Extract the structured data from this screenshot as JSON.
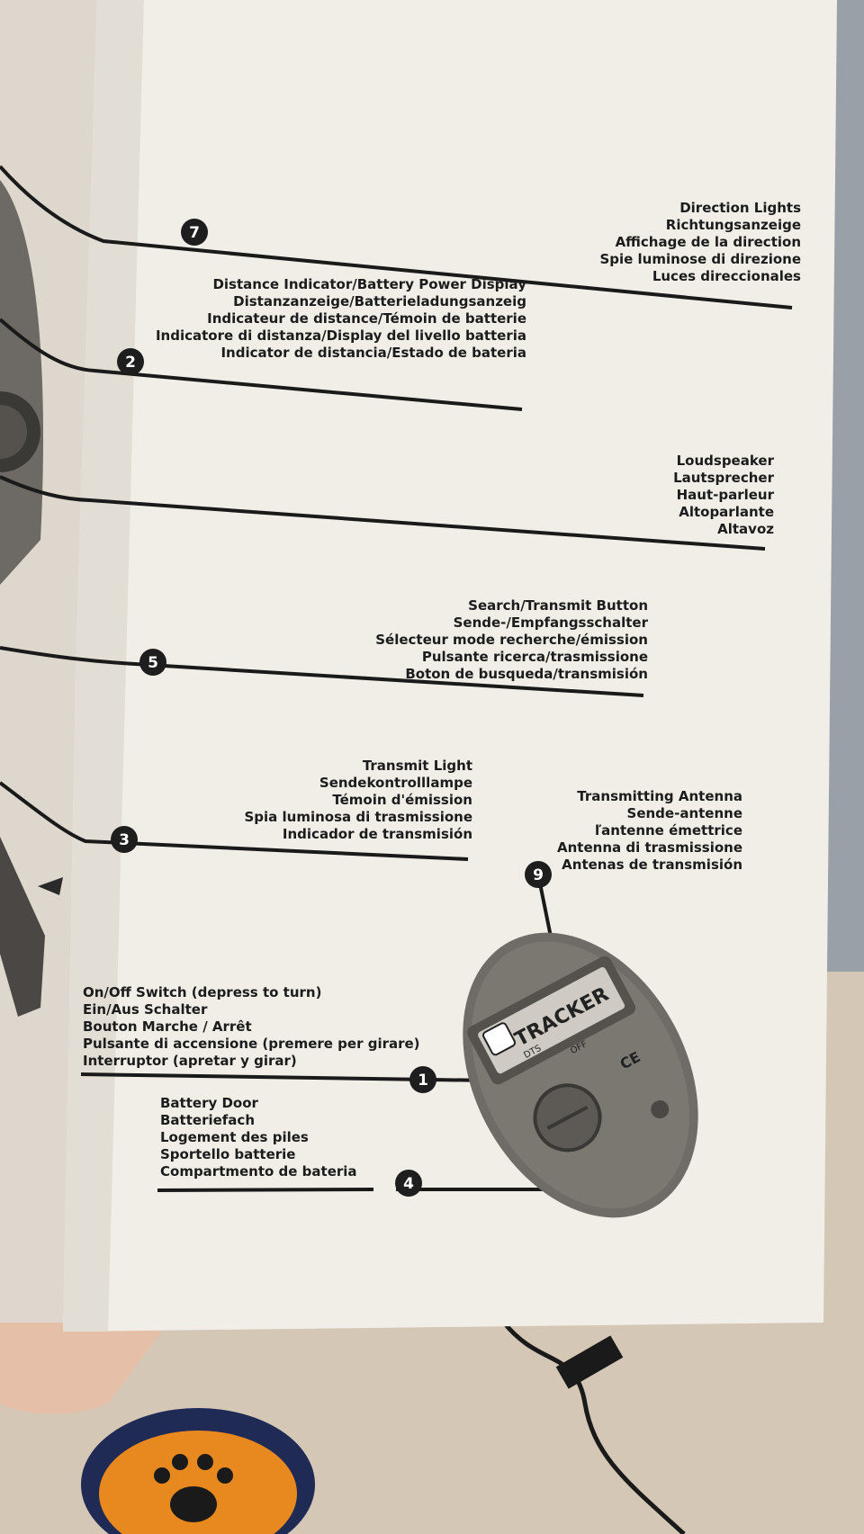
{
  "colors": {
    "paper": "#f1eee8",
    "ink": "#1c1c1c",
    "background_wall": "#9aa0a8",
    "background_floor": "#d4c7b6",
    "device_shell": "#6f6b66"
  },
  "callouts": [
    {
      "number": "7",
      "label": "direction-lights",
      "lines": [
        "Direction Lights",
        "Richtungsanzeige",
        "Affichage de la direction",
        "Spie luminose di direzione",
        "Luces direccionales"
      ]
    },
    {
      "number": "2",
      "label": "distance-indicator",
      "lines": [
        "Distance Indicator/Battery Power Display",
        "Distanzanzeige/Batterieladungsanzeig",
        "Indicateur de distance/Témoin de batterie",
        "Indicatore di distanza/Display del livello batteria",
        "Indicator de distancia/Estado de bateria"
      ]
    },
    {
      "number": "",
      "label": "loudspeaker",
      "lines": [
        "Loudspeaker",
        "Lautsprecher",
        "Haut-parleur",
        "Altoparlante",
        "Altavoz"
      ]
    },
    {
      "number": "5",
      "label": "search-transmit-button",
      "lines": [
        "Search/Transmit Button",
        "Sende-/Empfangsschalter",
        "Sélecteur mode recherche/émission",
        "Pulsante ricerca/trasmissione",
        "Boton de busqueda/transmisión"
      ]
    },
    {
      "number": "3",
      "label": "transmit-light",
      "lines": [
        "Transmit Light",
        "Sendekontrolllampe",
        "Témoin d'émission",
        "Spia luminosa di trasmissione",
        "Indicador de  transmisión"
      ]
    },
    {
      "number": "9",
      "label": "transmitting-antenna",
      "lines": [
        "Transmitting Antenna",
        "Sende-antenne",
        "ľantenne émettrice",
        "Antenna di trasmissione",
        "Antenas de transmisión"
      ]
    },
    {
      "number": "1",
      "label": "on-off-switch",
      "lines": [
        "On/Off Switch (depress to turn)",
        "Ein/Aus Schalter",
        "Bouton Marche / Arrêt",
        "Pulsante di accensione (premere per girare)",
        "Interruptor (apretar y girar)"
      ]
    },
    {
      "number": "4",
      "label": "battery-door",
      "lines": [
        "Battery Door",
        "Batteriefach",
        "Logement des piles",
        "Sportello batterie",
        "Compartmento de bateria"
      ]
    }
  ],
  "device": {
    "brand": "TRACKER",
    "model": "DTS",
    "ce_mark": "CE",
    "off_label": "OFF"
  },
  "icons": [
    "paw-print-icon"
  ]
}
